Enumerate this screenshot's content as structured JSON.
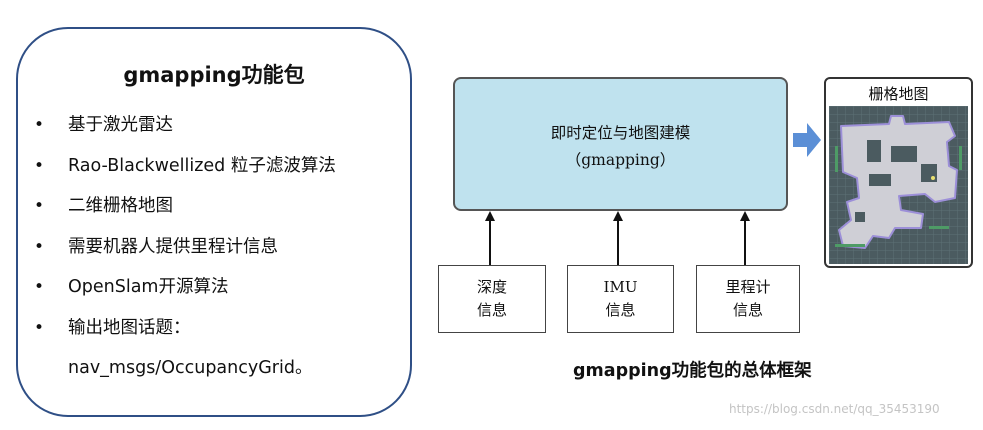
{
  "package_panel": {
    "title": "gmapping功能包",
    "features": [
      "基于激光雷达",
      "Rao-Blackwellized 粒子滤波算法",
      "二维栅格地图",
      "需要机器人提供里程计信息",
      "OpenSlam开源算法",
      "输出地图话题：",
      "nav_msgs/OccupancyGrid。"
    ],
    "bullet": "•"
  },
  "framework_diagram": {
    "main_node": {
      "line1": "即时定位与地图建模",
      "line2": "（gmapping）"
    },
    "inputs": [
      {
        "line1": "深度",
        "line2": "信息"
      },
      {
        "line1": "IMU",
        "line2": "信息"
      },
      {
        "line1": "里程计",
        "line2": "信息"
      }
    ],
    "output": {
      "title": "栅格地图"
    },
    "caption": "gmapping功能包的总体框架",
    "colors": {
      "main_node_fill": "#bfe2ee",
      "output_arrow": "#5b8fd6",
      "panel_border": "#2f4f86"
    }
  },
  "watermark": "https://blog.csdn.net/qq_35453190"
}
